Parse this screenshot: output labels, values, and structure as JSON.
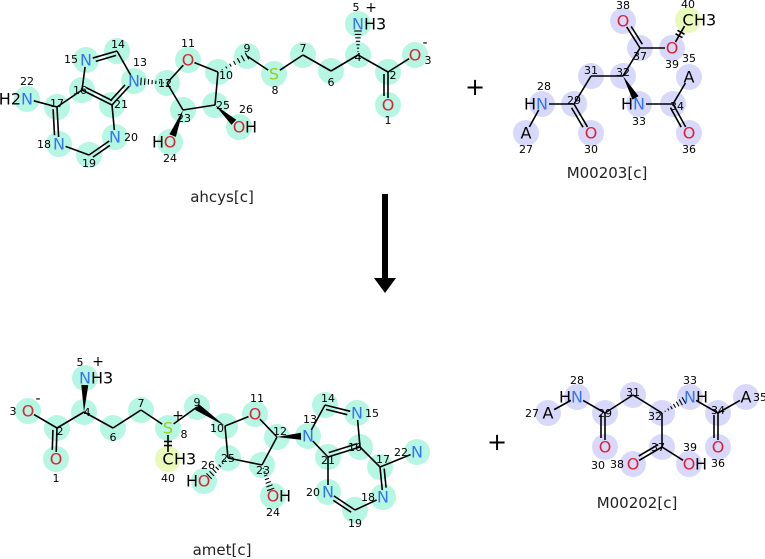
{
  "colors": {
    "teal": "#b6f7e4",
    "lavender": "#d8d8fa",
    "yellow": "#e9f9b9",
    "N": "#3377ee",
    "O": "#dd2233",
    "S": "#99cc22",
    "default": "#000000",
    "bond": "#000000"
  },
  "reaction": {
    "plus_top": "+",
    "plus_bottom": "+"
  },
  "molecules": [
    {
      "name": "ahcys[c]",
      "atoms": [
        {
          "n": "1",
          "el": "O",
          "hl": "teal"
        },
        {
          "n": "2",
          "el": "",
          "hl": "teal"
        },
        {
          "n": "3",
          "el": "O",
          "charge": "-",
          "hl": "teal"
        },
        {
          "n": "4",
          "el": "",
          "hl": "teal"
        },
        {
          "n": "5",
          "el": "N",
          "post": "H3",
          "charge": "+",
          "hl": "teal"
        },
        {
          "n": "6",
          "el": "",
          "hl": "teal"
        },
        {
          "n": "7",
          "el": "",
          "hl": "teal"
        },
        {
          "n": "8",
          "el": "S",
          "hl": "teal"
        },
        {
          "n": "9",
          "el": "",
          "hl": "teal"
        },
        {
          "n": "10",
          "el": "",
          "hl": "teal"
        },
        {
          "n": "11",
          "el": "O",
          "hl": "teal"
        },
        {
          "n": "12",
          "el": "",
          "hl": "teal"
        },
        {
          "n": "13",
          "el": "N",
          "hl": "teal"
        },
        {
          "n": "14",
          "el": "",
          "hl": "teal"
        },
        {
          "n": "15",
          "el": "N",
          "hl": "teal"
        },
        {
          "n": "16",
          "el": "",
          "hl": "teal"
        },
        {
          "n": "17",
          "el": "",
          "hl": "teal"
        },
        {
          "n": "18",
          "el": "N",
          "hl": "teal"
        },
        {
          "n": "19",
          "el": "",
          "hl": "teal"
        },
        {
          "n": "20",
          "el": "N",
          "hl": "teal"
        },
        {
          "n": "21",
          "el": "",
          "hl": "teal"
        },
        {
          "n": "22",
          "el": "N",
          "pre": "H2",
          "hl": "teal"
        },
        {
          "n": "23",
          "el": "",
          "hl": "teal"
        },
        {
          "n": "24",
          "el": "O",
          "pre": "H",
          "hl": "teal"
        },
        {
          "n": "25",
          "el": "",
          "hl": "teal"
        },
        {
          "n": "26",
          "el": "O",
          "post": "H",
          "hl": "teal"
        }
      ],
      "bonds": [
        [
          "22",
          "17",
          "1"
        ],
        [
          "17",
          "16",
          "1"
        ],
        [
          "17",
          "18",
          "2"
        ],
        [
          "18",
          "19",
          "1"
        ],
        [
          "19",
          "20",
          "2"
        ],
        [
          "20",
          "21",
          "1"
        ],
        [
          "21",
          "16",
          "2"
        ],
        [
          "16",
          "15",
          "1"
        ],
        [
          "15",
          "14",
          "2"
        ],
        [
          "14",
          "13",
          "1"
        ],
        [
          "13",
          "21",
          "2"
        ],
        [
          "12",
          "13",
          "h"
        ],
        [
          "12",
          "11",
          "1"
        ],
        [
          "11",
          "10",
          "1"
        ],
        [
          "10",
          "25",
          "1"
        ],
        [
          "25",
          "23",
          "1"
        ],
        [
          "23",
          "12",
          "1"
        ],
        [
          "23",
          "24",
          "w"
        ],
        [
          "25",
          "26",
          "w"
        ],
        [
          "10",
          "9",
          "h"
        ],
        [
          "9",
          "8",
          "1"
        ],
        [
          "8",
          "7",
          "1"
        ],
        [
          "7",
          "6",
          "1"
        ],
        [
          "6",
          "4",
          "1"
        ],
        [
          "4",
          "5",
          "h"
        ],
        [
          "4",
          "2",
          "1"
        ],
        [
          "2",
          "3",
          "1"
        ],
        [
          "2",
          "1",
          "2"
        ]
      ]
    },
    {
      "name": "M00203[c]",
      "atoms": [
        {
          "n": "27",
          "el": "A",
          "hl": "lavender"
        },
        {
          "n": "28",
          "el": "N",
          "pre": "H",
          "hl": "lavender"
        },
        {
          "n": "29",
          "el": "",
          "hl": "lavender"
        },
        {
          "n": "30",
          "el": "O",
          "hl": "lavender"
        },
        {
          "n": "31",
          "el": "",
          "hl": "lavender"
        },
        {
          "n": "32",
          "el": "",
          "hl": "lavender"
        },
        {
          "n": "33",
          "el": "N",
          "pre": "H",
          "hl": "lavender"
        },
        {
          "n": "34",
          "el": "",
          "hl": "lavender"
        },
        {
          "n": "35",
          "el": "A",
          "hl": "lavender"
        },
        {
          "n": "36",
          "el": "O",
          "hl": "lavender"
        },
        {
          "n": "37",
          "el": "",
          "hl": "lavender"
        },
        {
          "n": "38",
          "el": "O",
          "hl": "lavender"
        },
        {
          "n": "39",
          "el": "O",
          "hl": "lavender"
        },
        {
          "n": "40",
          "el": "C",
          "post": "H3",
          "hl": "yellow"
        }
      ],
      "bonds": [
        [
          "27",
          "28",
          "1"
        ],
        [
          "28",
          "29",
          "1"
        ],
        [
          "29",
          "30",
          "2"
        ],
        [
          "29",
          "31",
          "1"
        ],
        [
          "31",
          "32",
          "1"
        ],
        [
          "32",
          "37",
          "1"
        ],
        [
          "37",
          "38",
          "2"
        ],
        [
          "37",
          "39",
          "1"
        ],
        [
          "39",
          "40",
          "x"
        ],
        [
          "32",
          "33",
          "w"
        ],
        [
          "33",
          "34",
          "1"
        ],
        [
          "34",
          "35",
          "1"
        ],
        [
          "34",
          "36",
          "2"
        ]
      ]
    },
    {
      "name": "amet[c]",
      "atoms": [
        {
          "n": "1",
          "el": "O",
          "hl": "teal"
        },
        {
          "n": "2",
          "el": "",
          "hl": "teal"
        },
        {
          "n": "3",
          "el": "O",
          "charge": "-",
          "hl": "teal"
        },
        {
          "n": "4",
          "el": "",
          "hl": "teal"
        },
        {
          "n": "5",
          "el": "N",
          "post": "H3",
          "charge": "+",
          "hl": "teal"
        },
        {
          "n": "6",
          "el": "",
          "hl": "teal"
        },
        {
          "n": "7",
          "el": "",
          "hl": "teal"
        },
        {
          "n": "8",
          "el": "S",
          "charge": "+",
          "hl": "teal"
        },
        {
          "n": "9",
          "el": "",
          "hl": "teal"
        },
        {
          "n": "10",
          "el": "",
          "hl": "teal"
        },
        {
          "n": "11",
          "el": "O",
          "hl": "teal"
        },
        {
          "n": "12",
          "el": "",
          "hl": "teal"
        },
        {
          "n": "13",
          "el": "N",
          "hl": "teal"
        },
        {
          "n": "14",
          "el": "",
          "hl": "teal"
        },
        {
          "n": "15",
          "el": "N",
          "hl": "teal"
        },
        {
          "n": "16",
          "el": "",
          "hl": "teal"
        },
        {
          "n": "17",
          "el": "",
          "hl": "teal"
        },
        {
          "n": "18",
          "el": "N",
          "hl": "teal"
        },
        {
          "n": "19",
          "el": "",
          "hl": "teal"
        },
        {
          "n": "20",
          "el": "N",
          "hl": "teal"
        },
        {
          "n": "21",
          "el": "",
          "hl": "teal"
        },
        {
          "n": "22",
          "el": "N",
          "hl": "teal"
        },
        {
          "n": "23",
          "el": "",
          "hl": "teal"
        },
        {
          "n": "24",
          "el": "O",
          "post": "H",
          "hl": "teal"
        },
        {
          "n": "25",
          "el": "",
          "hl": "teal"
        },
        {
          "n": "26",
          "el": "O",
          "pre": "H",
          "hl": "teal"
        },
        {
          "n": "40",
          "el": "C",
          "post": "H3",
          "hl": "yellow"
        }
      ],
      "bonds": [
        [
          "3",
          "2",
          "1"
        ],
        [
          "2",
          "1",
          "2"
        ],
        [
          "2",
          "4",
          "1"
        ],
        [
          "4",
          "5",
          "w"
        ],
        [
          "4",
          "6",
          "1"
        ],
        [
          "6",
          "7",
          "1"
        ],
        [
          "7",
          "8",
          "1"
        ],
        [
          "8",
          "40",
          "x"
        ],
        [
          "8",
          "9",
          "1"
        ],
        [
          "10",
          "9",
          "w"
        ],
        [
          "10",
          "11",
          "1"
        ],
        [
          "11",
          "12",
          "1"
        ],
        [
          "12",
          "23",
          "1"
        ],
        [
          "23",
          "25",
          "1"
        ],
        [
          "25",
          "10",
          "1"
        ],
        [
          "12",
          "13",
          "w"
        ],
        [
          "25",
          "26",
          "h"
        ],
        [
          "23",
          "24",
          "h"
        ],
        [
          "13",
          "14",
          "1"
        ],
        [
          "14",
          "15",
          "2"
        ],
        [
          "15",
          "16",
          "1"
        ],
        [
          "16",
          "21",
          "2"
        ],
        [
          "13",
          "21",
          "1"
        ],
        [
          "21",
          "20",
          "1"
        ],
        [
          "20",
          "19",
          "2"
        ],
        [
          "19",
          "18",
          "1"
        ],
        [
          "18",
          "17",
          "2"
        ],
        [
          "17",
          "16",
          "1"
        ],
        [
          "17",
          "22",
          "1"
        ]
      ]
    },
    {
      "name": "M00202[c]",
      "atoms": [
        {
          "n": "27",
          "el": "A",
          "hl": "lavender"
        },
        {
          "n": "28",
          "el": "N",
          "pre": "H",
          "hl": "lavender"
        },
        {
          "n": "29",
          "el": "",
          "hl": "lavender"
        },
        {
          "n": "30",
          "el": "O",
          "hl": "lavender"
        },
        {
          "n": "31",
          "el": "",
          "hl": "lavender"
        },
        {
          "n": "32",
          "el": "",
          "hl": "lavender"
        },
        {
          "n": "33",
          "el": "N",
          "post": "H",
          "hl": "lavender"
        },
        {
          "n": "34",
          "el": "",
          "hl": "lavender"
        },
        {
          "n": "35",
          "el": "A",
          "hl": "lavender"
        },
        {
          "n": "36",
          "el": "O",
          "hl": "lavender"
        },
        {
          "n": "37",
          "el": "",
          "hl": "lavender"
        },
        {
          "n": "38",
          "el": "O",
          "hl": "lavender"
        },
        {
          "n": "39",
          "el": "O",
          "post": "H",
          "hl": "lavender"
        }
      ],
      "bonds": [
        [
          "27",
          "28",
          "1"
        ],
        [
          "28",
          "29",
          "1"
        ],
        [
          "29",
          "30",
          "2"
        ],
        [
          "29",
          "31",
          "1"
        ],
        [
          "31",
          "32",
          "1"
        ],
        [
          "32",
          "33",
          "h"
        ],
        [
          "33",
          "34",
          "1"
        ],
        [
          "34",
          "35",
          "1"
        ],
        [
          "34",
          "36",
          "2"
        ],
        [
          "32",
          "37",
          "1"
        ],
        [
          "37",
          "38",
          "2"
        ],
        [
          "37",
          "39",
          "1"
        ]
      ]
    }
  ]
}
